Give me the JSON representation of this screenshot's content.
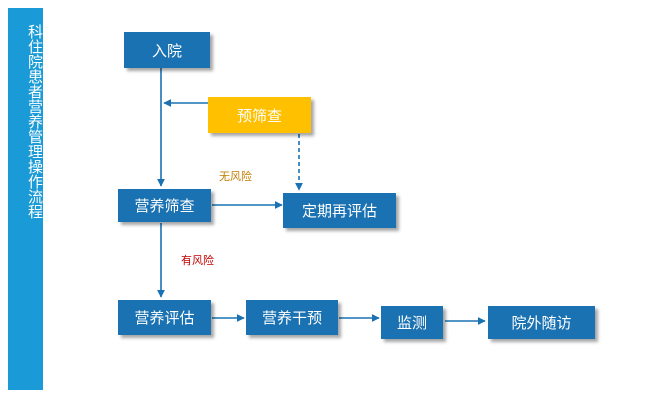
{
  "sidebar": {
    "title": "科住院患者营养管理操作流程"
  },
  "nodes": {
    "admission": "入院",
    "pre_screening": "预筛查",
    "nutrition_screening": "营养筛查",
    "periodic_reassessment": "定期再评估",
    "nutrition_assessment": "营养评估",
    "nutrition_intervention": "营养干预",
    "monitoring": "监测",
    "post_discharge_followup": "院外随访"
  },
  "edge_labels": {
    "no_risk": "无风险",
    "has_risk": "有风险"
  },
  "colors": {
    "node": "#1a72b3",
    "highlight_node": "#ffc000",
    "sidebar": "#1a9bd7",
    "edge": "#1a72b3",
    "no_risk_label": "#c07c00",
    "risk_label": "#c00000"
  }
}
